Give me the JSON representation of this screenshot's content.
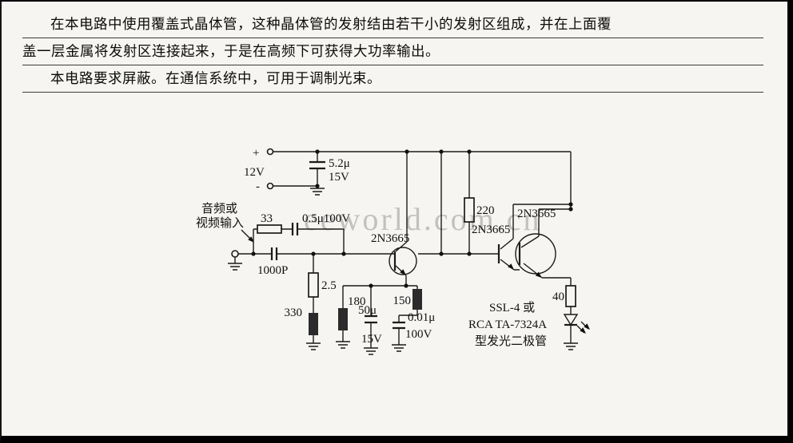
{
  "text": {
    "line1": "在本电路中使用覆盖式晶体管，这种晶体管的发射结由若干小的发射区组成，并在上面覆",
    "line2": "盖一层金属将发射区连接起来，于是在高频下可获得大功率输出。",
    "line3": "本电路要求屏蔽。在通信系统中，可用于调制光束。"
  },
  "watermark": "eeworld.com.cn",
  "sch": {
    "plus": "+",
    "minus": "-",
    "v12": "12V",
    "c52": "5.2μ",
    "c52v": "15V",
    "in1": "音频或",
    "in2": "视频输入",
    "r33": "33",
    "c05": "0.5μ100V",
    "c1000": "1000P",
    "l25": "2.5",
    "r330": "330",
    "r180": "180",
    "c50": "50μ",
    "c50v": "15V",
    "r150": "150",
    "c001": "0.01μ",
    "c001v": "100V",
    "r220": "220",
    "q1": "2N3665",
    "q2": "2N3665",
    "q3": "2N3665",
    "r40": "40",
    "led1": "SSL-4 或",
    "led2": "RCA TA-7324A",
    "led3": "型发光二极管"
  }
}
